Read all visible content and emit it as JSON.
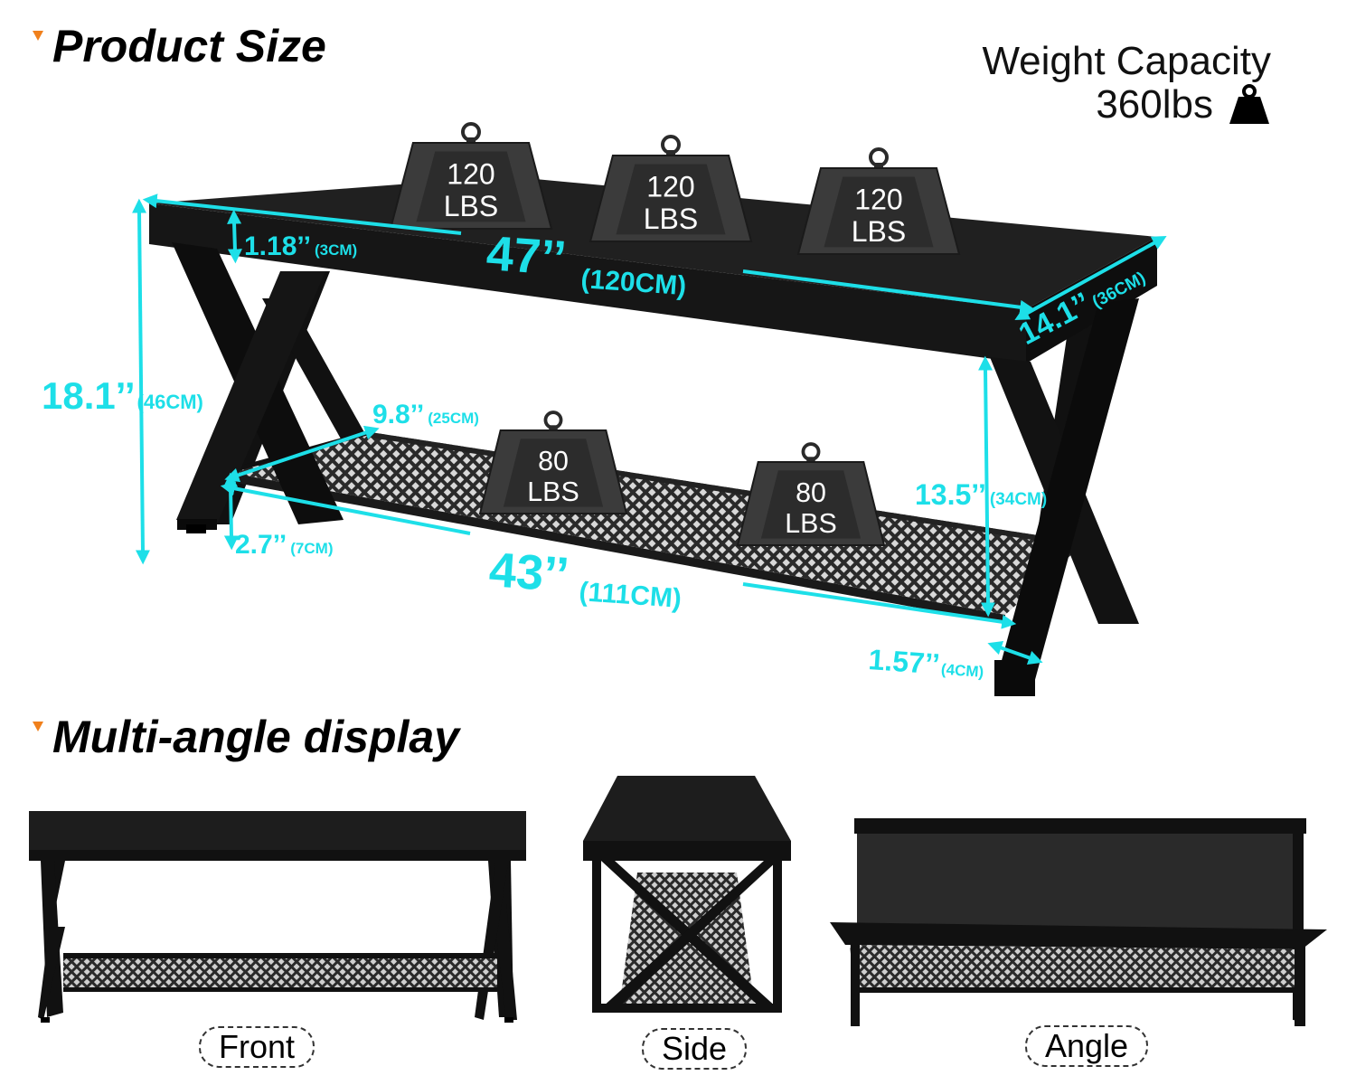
{
  "headings": {
    "product_size": "Product Size",
    "multi_angle": "Multi-angle display"
  },
  "weight_capacity": {
    "label": "Weight Capacity",
    "value": "360lbs",
    "icon": "weight-icon"
  },
  "weights": {
    "top": [
      {
        "num": "120",
        "unit": "LBS"
      },
      {
        "num": "120",
        "unit": "LBS"
      },
      {
        "num": "120",
        "unit": "LBS"
      }
    ],
    "bottom": [
      {
        "num": "80",
        "unit": "LBS"
      },
      {
        "num": "80",
        "unit": "LBS"
      }
    ]
  },
  "dimensions": {
    "length_top": {
      "main": "47’’",
      "sub": "(120CM)"
    },
    "depth_top": {
      "main": "14.1’’",
      "sub": "(36CM)"
    },
    "height": {
      "main": "18.1’’",
      "sub": "(46CM)"
    },
    "top_thickness": {
      "main": "1.18’’",
      "sub": "(3CM)"
    },
    "shelf_depth": {
      "main": "9.8’’",
      "sub": "(25CM)"
    },
    "shelf_clearance": {
      "main": "13.5’’",
      "sub": "(34CM)"
    },
    "floor_clearance": {
      "main": "2.7’’",
      "sub": "(7CM)"
    },
    "length_shelf": {
      "main": "43’’",
      "sub": "(111CM)"
    },
    "leg_width": {
      "main": "1.57’’",
      "sub": "(4CM)"
    }
  },
  "views": {
    "front": "Front",
    "side": "Side",
    "angle": "Angle"
  },
  "colors": {
    "accent": "#1ddfe8",
    "marker": "#f0801c",
    "furniture": "#1a1a1a"
  }
}
